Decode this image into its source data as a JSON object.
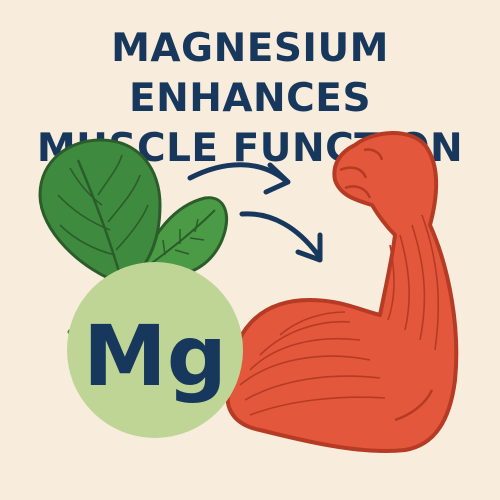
{
  "title": {
    "line1": "MAGNESIUM ENHANCES",
    "line2": "MUSCLE FUNCTION"
  },
  "badge": {
    "symbol": "Mg"
  },
  "icons": [
    "spinach-leaves-icon",
    "arrow-icon",
    "arrow-icon",
    "flexed-arm-muscle-icon",
    "magnesium-badge-icon"
  ],
  "colors": {
    "background": "#f8ecdc",
    "title": "#17385c",
    "leaf": "#3e8a3e",
    "leaf_vein": "#2b5d2b",
    "badge_fill": "#bed596",
    "badge_text": "#17385c",
    "muscle": "#e3573c",
    "muscle_outline": "#b63b24",
    "arrow": "#17385c"
  }
}
